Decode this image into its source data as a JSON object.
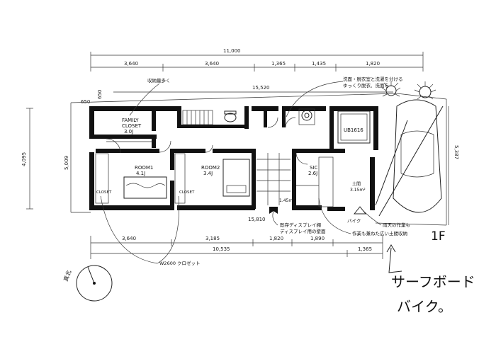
{
  "dimensions": {
    "top_total": "11,000",
    "top_segments": [
      "3,640",
      "3,640",
      "1,365",
      "1,435",
      "1,820"
    ],
    "inner_total": "15,520",
    "corner_a": "650",
    "corner_b": "650",
    "left_outer": "4,095",
    "left_inner": "5,009",
    "right_side": "5,387",
    "bottom_segments": [
      "3,640",
      "3,185",
      "1,820",
      "1,890",
      "1,365"
    ],
    "bottom_total": "10,535",
    "bottom_small": "15,810"
  },
  "rooms": {
    "family_closet": "FAMILY\nCLOSET\n3.0J",
    "room1": "ROOM1\n4.1J",
    "room2": "ROOM2\n3.4J",
    "closet_left": "CLOSET",
    "closet_right": "CLOSET",
    "sic": "SIC\n2.6J",
    "ub": "UB1616",
    "doma": "土間\n3.15m²",
    "hall_area": "1.45m²"
  },
  "notes": {
    "storage_note": "収納量多く",
    "bath_note": "洗面・脱衣室と洗濯を分ける\nゆっくり脱衣、洗面を",
    "display_shelf": "既存ディスプレイ棚\nディスプレイ用の壁面",
    "work_note": "作業も兼ねた広い土間収納",
    "rain_note": "雨天の作業も",
    "bike": "バイク",
    "w_note": "W2600  クロゼット"
  },
  "north_label": "真北",
  "floor_label": "1F",
  "handwritten": {
    "line1": "サーフボード",
    "line2": "バイク。"
  },
  "colors": {
    "ink": "#111111",
    "paper": "#ffffff"
  }
}
